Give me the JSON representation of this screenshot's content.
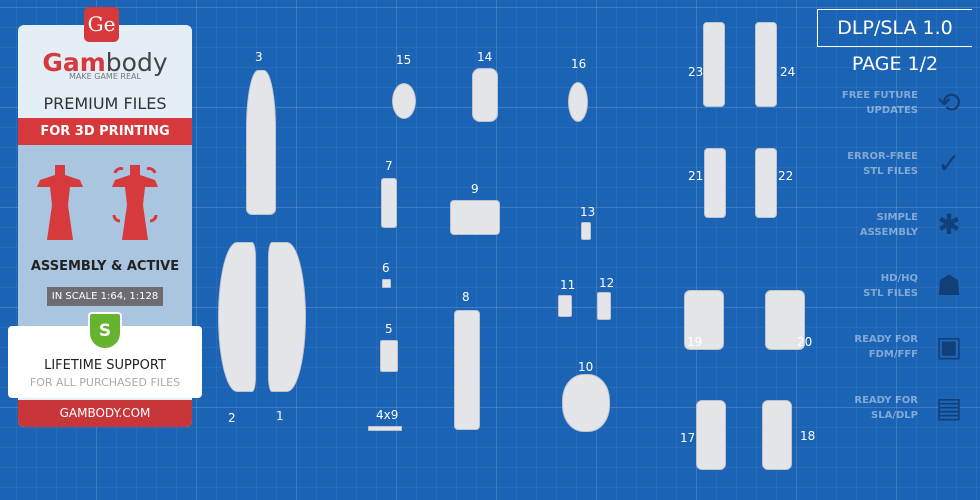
{
  "panel": {
    "logo": "Ge",
    "brand_a": "Gam",
    "brand_b": "body",
    "tagline": "MAKE GAME REAL",
    "premium": "PREMIUM FILES",
    "for3d": "FOR 3D PRINTING",
    "assembly": "ASSEMBLY & ACTIVE",
    "scale": "IN SCALE 1:64, 1:128",
    "shield": "S",
    "lifetime": "LIFETIME SUPPORT",
    "lifetime_sub": "FOR ALL PURCHASED FILES",
    "site": "GAMBODY.COM"
  },
  "header": {
    "version": "DLP/SLA 1.0",
    "page": "PAGE 1/2"
  },
  "features": [
    {
      "l1": "FREE FUTURE",
      "l2": "UPDATES",
      "icon": "update-icon"
    },
    {
      "l1": "ERROR-FREE",
      "l2": "STL FILES",
      "icon": "file-check-icon"
    },
    {
      "l1": "SIMPLE",
      "l2": "ASSEMBLY",
      "icon": "puzzle-icon"
    },
    {
      "l1": "HD/HQ",
      "l2": "STL FILES",
      "icon": "person-icon"
    },
    {
      "l1": "READY FOR",
      "l2": "FDM/FFF",
      "icon": "fdm-printer-icon"
    },
    {
      "l1": "READY FOR",
      "l2": "SLA/DLP",
      "icon": "sla-printer-icon"
    }
  ],
  "parts": [
    "3",
    "15",
    "14",
    "16",
    "23",
    "24",
    "7",
    "9",
    "13",
    "21",
    "22",
    "6",
    "8",
    "11",
    "12",
    "19",
    "20",
    "5",
    "10",
    "2",
    "1",
    "4x9",
    "17",
    "18"
  ]
}
